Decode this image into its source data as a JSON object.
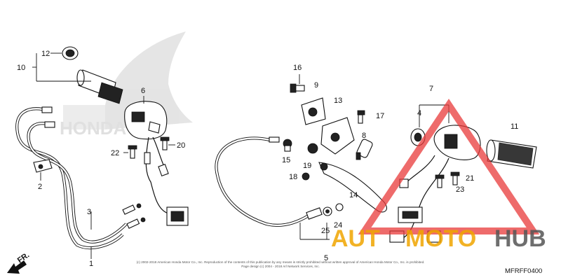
{
  "diagram": {
    "code": "MFRFF0400",
    "direction_label": "FR.",
    "copyright": "(c) 2002-2018 American Honda Motor Co., Inc. Reproduction of the contents of this publication by any means is strictly prohibited without written approval of American Honda Motor Co., Inc. is prohibited.",
    "copyright_line2": "Page design (c) 2004 - 2018 Arl Network Services, Inc.",
    "callouts": [
      "1",
      "2",
      "3",
      "4",
      "5",
      "6",
      "7",
      "8",
      "9",
      "10",
      "11",
      "12",
      "13",
      "14",
      "15",
      "16",
      "17",
      "18",
      "19",
      "20",
      "21",
      "22",
      "23",
      "24",
      "25"
    ]
  },
  "watermark": {
    "brand": "HONDA",
    "text_part1": "AUT",
    "text_part2": "MOTO",
    "text_part3": "HUB",
    "brand_color": "#f0a500",
    "triangle_color": "#e83a3a",
    "hub_color": "#555555"
  }
}
